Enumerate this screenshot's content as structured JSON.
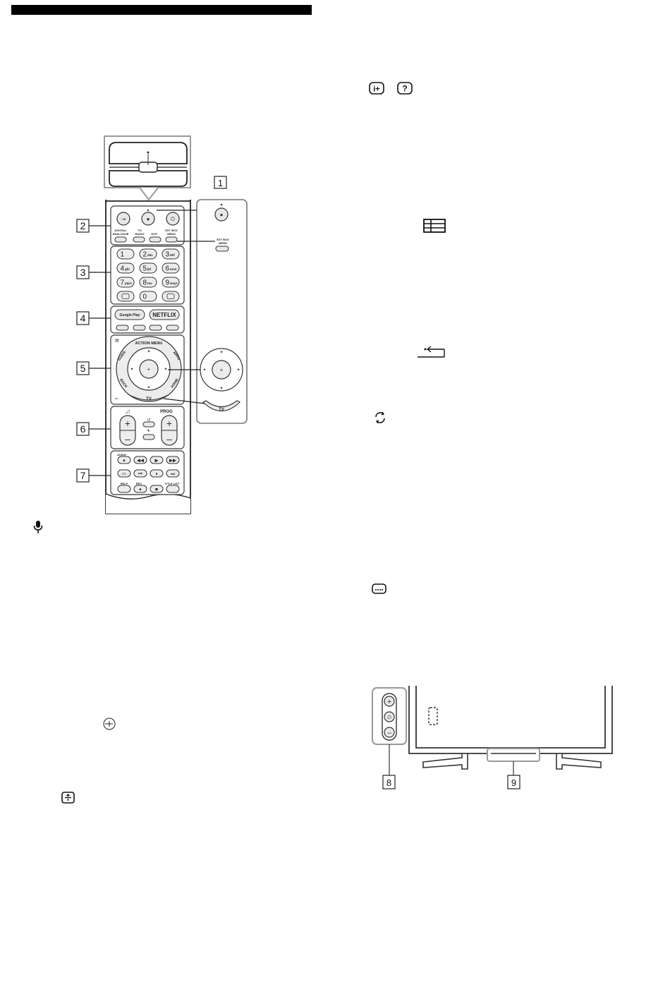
{
  "remote": {
    "callouts": [
      "1",
      "2",
      "3",
      "4",
      "5",
      "6",
      "7"
    ],
    "top_row": {
      "labels": [
        "DIGITAL/ ANALOGUE",
        "TV/ RADIO",
        "EXIT",
        "EXT BOX MENU"
      ]
    },
    "number_keys": [
      {
        "digit": "1",
        "letters": ""
      },
      {
        "digit": "2",
        "letters": "abc"
      },
      {
        "digit": "3",
        "letters": "def"
      },
      {
        "digit": "4",
        "letters": "ghi"
      },
      {
        "digit": "5",
        "letters": "jkl"
      },
      {
        "digit": "6",
        "letters": "mno"
      },
      {
        "digit": "7",
        "letters": "pqrs"
      },
      {
        "digit": "8",
        "letters": "tuv"
      },
      {
        "digit": "9",
        "letters": "wxyz"
      },
      {
        "digit": "0",
        "letters": ""
      }
    ],
    "service_buttons": [
      "Google Play",
      "NETFLIX"
    ],
    "nav_ring": {
      "top": "ACTION MENU",
      "left": "GUIDE",
      "right": "APPS",
      "bottom_left": "BACK",
      "bottom_right": "HOME",
      "bottom": "TV"
    },
    "volume_label": "",
    "prog_label": "PROG",
    "audio_label": "AUDIO",
    "bottom_labels": [
      "HELP",
      "REC",
      "TITLE LIST"
    ],
    "inset": {
      "ext_box_menu": "EXT BOX MENU",
      "tv": "TV"
    }
  },
  "tv_diagram": {
    "callouts": [
      "8",
      "9"
    ]
  },
  "icons": {
    "info_plus": "i+",
    "help": "?"
  }
}
